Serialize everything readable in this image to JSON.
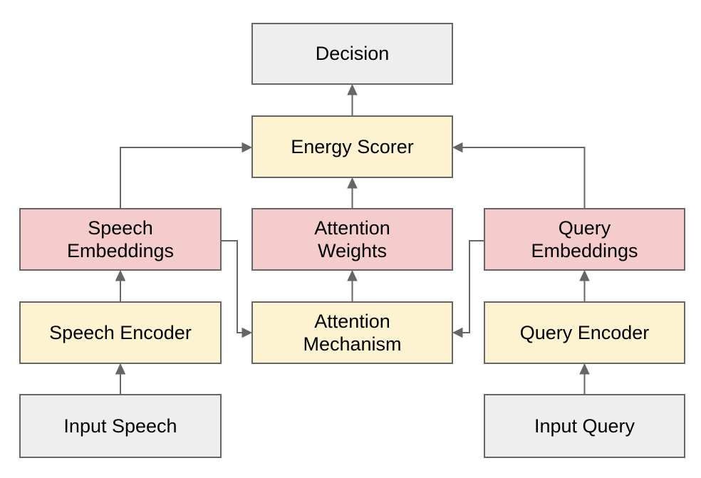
{
  "palette": {
    "background": "#ffffff",
    "border": "#666666",
    "arrow": "#666666",
    "gray_fill": "#eeeeee",
    "yellow_fill": "#fdf3d0",
    "pink_fill": "#f4cccc",
    "text": "#000000"
  },
  "diagram": {
    "nodes": {
      "decision": {
        "label": "Decision",
        "color": "gray"
      },
      "energy_scorer": {
        "label": "Energy Scorer",
        "color": "yellow"
      },
      "speech_embeddings": {
        "label": "Speech\nEmbeddings",
        "color": "pink"
      },
      "attention_weights": {
        "label": "Attention\nWeights",
        "color": "pink"
      },
      "query_embeddings": {
        "label": "Query\nEmbeddings",
        "color": "pink"
      },
      "speech_encoder": {
        "label": "Speech Encoder",
        "color": "yellow"
      },
      "attention_mechanism": {
        "label": "Attention\nMechanism",
        "color": "yellow"
      },
      "query_encoder": {
        "label": "Query Encoder",
        "color": "yellow"
      },
      "input_speech": {
        "label": "Input Speech",
        "color": "gray"
      },
      "input_query": {
        "label": "Input Query",
        "color": "gray"
      }
    },
    "edges": [
      {
        "from": "energy_scorer",
        "to": "decision"
      },
      {
        "from": "attention_weights",
        "to": "energy_scorer"
      },
      {
        "from": "speech_embeddings",
        "to": "energy_scorer"
      },
      {
        "from": "query_embeddings",
        "to": "energy_scorer"
      },
      {
        "from": "attention_mechanism",
        "to": "attention_weights"
      },
      {
        "from": "speech_encoder",
        "to": "speech_embeddings"
      },
      {
        "from": "query_encoder",
        "to": "query_embeddings"
      },
      {
        "from": "input_speech",
        "to": "speech_encoder"
      },
      {
        "from": "input_query",
        "to": "query_encoder"
      },
      {
        "from": "speech_embeddings",
        "to": "attention_mechanism"
      },
      {
        "from": "query_embeddings",
        "to": "attention_mechanism"
      }
    ]
  }
}
